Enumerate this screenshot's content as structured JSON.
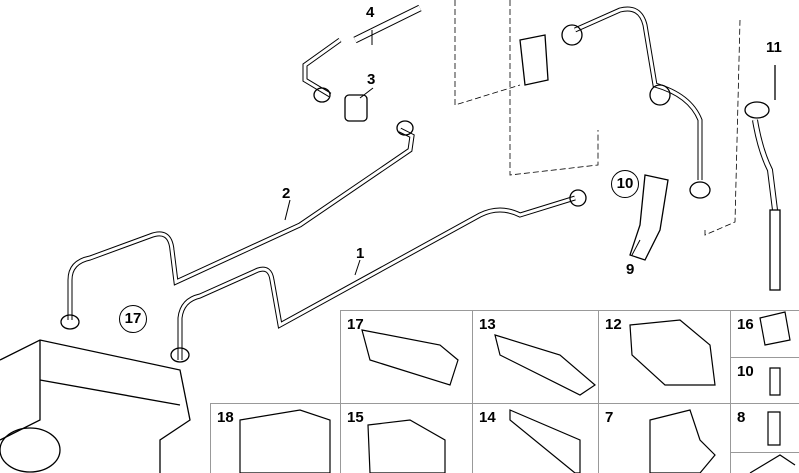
{
  "diagram": {
    "callouts": [
      "1",
      "2",
      "3",
      "4",
      "9",
      "11"
    ],
    "circled_callouts": [
      "10",
      "17"
    ],
    "part_cells": [
      "17",
      "13",
      "12",
      "16",
      "10",
      "18",
      "15",
      "14",
      "7",
      "8"
    ]
  }
}
